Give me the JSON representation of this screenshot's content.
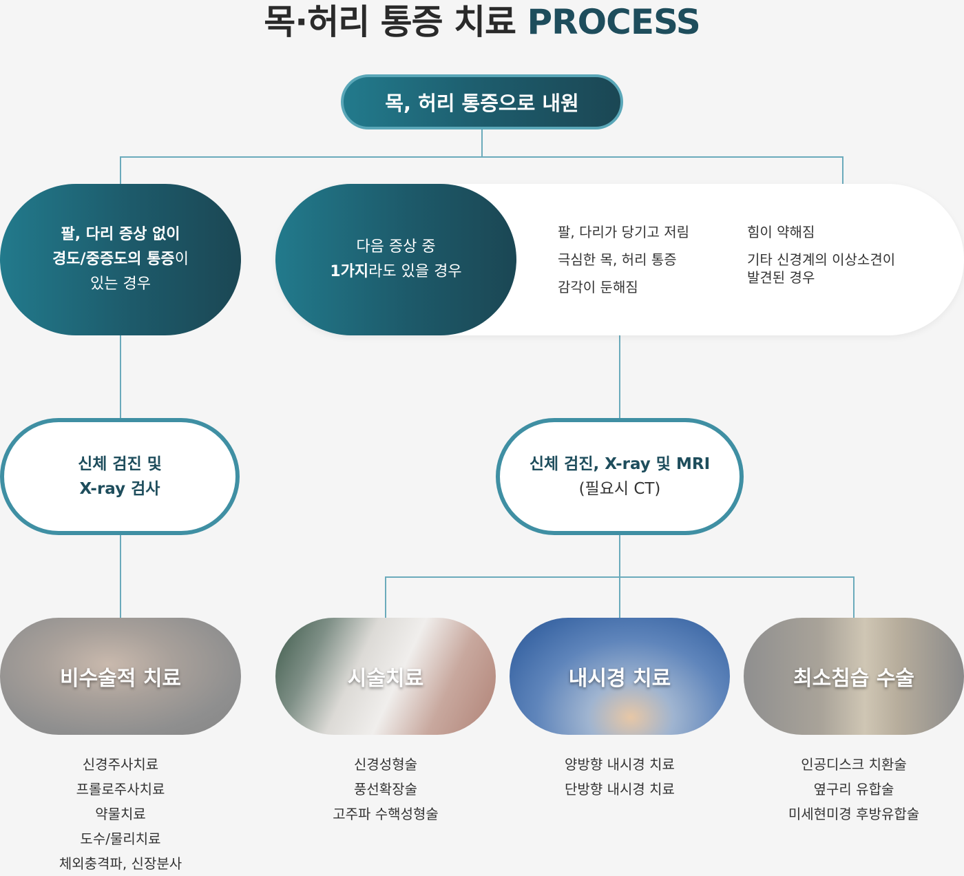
{
  "title": {
    "main": "목·허리 통증 치료 ",
    "en": "PROCESS"
  },
  "start": {
    "label": "목, 허리 통증으로 내원"
  },
  "left_condition": {
    "line1": "팔, 다리 증상 없이",
    "line2_bold": "경도/중증도의 통증",
    "line2_rest": "이",
    "line3": "있는 경우"
  },
  "right_condition": {
    "line1": "다음 증상 중",
    "line2_bold": "1가지",
    "line2_rest": "라도 있을 경우"
  },
  "symptoms": {
    "col1": [
      "팔, 다리가 당기고 저림",
      "극심한 목, 허리 통증",
      "감각이 둔해짐"
    ],
    "col2a": "힘이 약해짐",
    "col2b_line1": "기타 신경계의 이상소견이",
    "col2b_line2": "발견된 경우"
  },
  "exam_left": {
    "line1": "신체 검진 및",
    "line2": "X-ray 검사"
  },
  "exam_right": {
    "line1": "신체 검진, X-ray 및 MRI",
    "line2": "(필요시 CT)"
  },
  "treatments": [
    {
      "label": "비수술적 치료",
      "items": [
        "신경주사치료",
        "프롤로주사치료",
        "약물치료",
        "도수/물리치료",
        "체외충격파, 신장분사"
      ]
    },
    {
      "label": "시술치료",
      "items": [
        "신경성형술",
        "풍선확장술",
        "고주파 수핵성형술"
      ]
    },
    {
      "label": "내시경 치료",
      "items": [
        "양방향 내시경 치료",
        "단방향 내시경 치료"
      ]
    },
    {
      "label": "최소침습 수술",
      "items": [
        "인공디스크 치환술",
        "옆구리 유합술",
        "미세현미경 후방유합술"
      ]
    }
  ]
}
